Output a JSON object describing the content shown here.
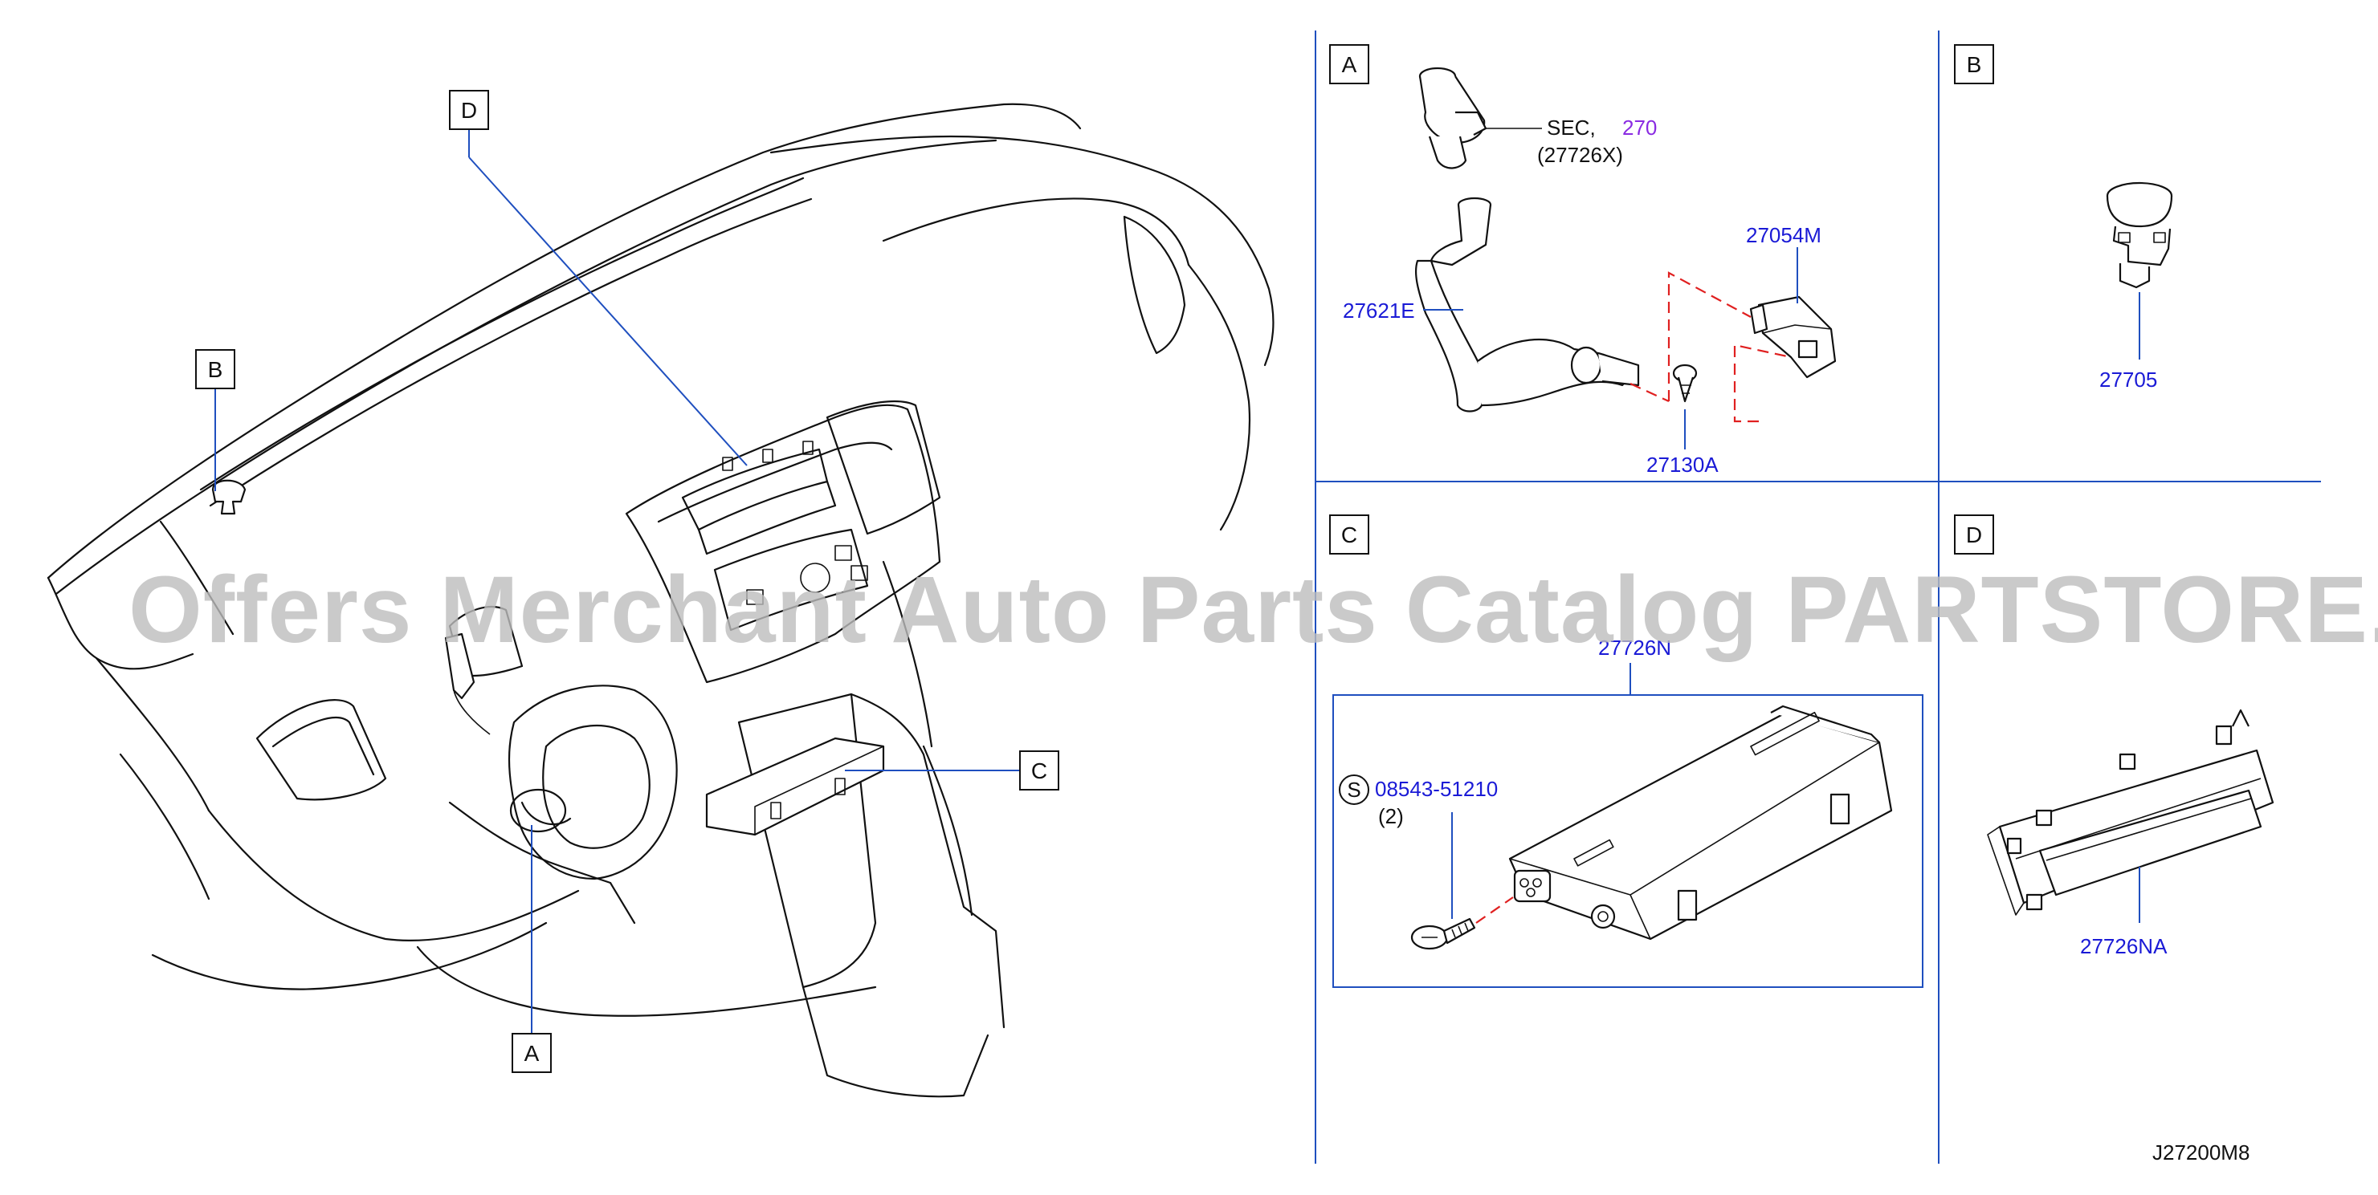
{
  "callouts": {
    "A": "A",
    "B": "B",
    "C": "C",
    "D": "D"
  },
  "panels": {
    "A": {
      "letter": "A",
      "sec_label": "SEC,",
      "sec_number": "270",
      "sec_sub": "(27726X)",
      "parts": [
        "27054M",
        "27621E",
        "27130A"
      ]
    },
    "B": {
      "letter": "B",
      "parts": [
        "27705"
      ]
    },
    "C": {
      "letter": "C",
      "assembly": "27726N",
      "screw_symbol": "S",
      "screw_part": "08543-51210",
      "screw_qty": "(2)"
    },
    "D": {
      "letter": "D",
      "parts": [
        "27726NA"
      ]
    }
  },
  "watermark": "Offers Merchant Auto Parts Catalog PARTSTORE.SA",
  "diagram_code": "J27200M8",
  "colors": {
    "part_number": "#1a1ad6",
    "sec_number": "#8a2be2",
    "leader": "#1f4fbf",
    "dashed": "#e02020",
    "watermark": "#bdbdbd"
  }
}
